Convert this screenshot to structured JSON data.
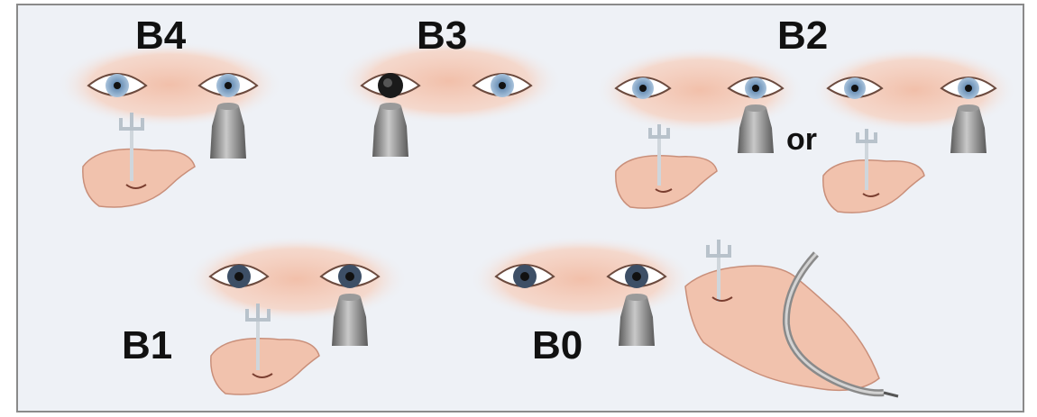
{
  "panels": [
    {
      "key": "b4",
      "label": "B4"
    },
    {
      "key": "b3",
      "label": "B3"
    },
    {
      "key": "b2",
      "label": "B2",
      "connector": "or"
    },
    {
      "key": "b1",
      "label": "B1"
    },
    {
      "key": "b0",
      "label": "B0"
    }
  ],
  "colors": {
    "skin_glow": "#f4c9b6",
    "background": "#eef1f6",
    "iris": "#8faecf",
    "probe": "#7d7d7d",
    "label": "#111111"
  }
}
